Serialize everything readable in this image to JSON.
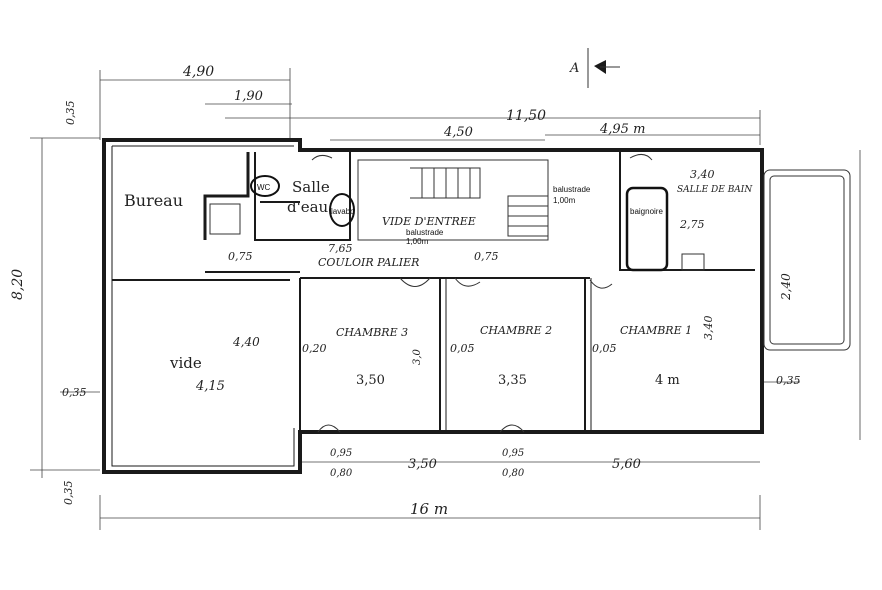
{
  "section_marker": {
    "label": "A"
  },
  "overall": {
    "width": "16 m",
    "depth": "8,20"
  },
  "top_dims": {
    "left": "4,90",
    "left_inner": "1,90",
    "center": "11,50",
    "stair": "4,50",
    "right": "4,95 m",
    "margin_top": "0,35"
  },
  "bottom_dims": {
    "d1": "0,95",
    "d1b": "0,80",
    "d2": "3,50",
    "d3": "0,95",
    "d3b": "0,80",
    "d4": "5,60",
    "margin_bottom": "0,35"
  },
  "side_dims": {
    "left_margin": "0,35",
    "right_margin": "0,35",
    "right_balcony": "2,40"
  },
  "rooms": {
    "bureau": "Bureau",
    "wc": "WC",
    "salle_eau_line1": "Salle",
    "salle_eau_line2": "d'eau",
    "lavabo": "lavabo",
    "vide_entree": "VIDE D'ENTREE",
    "balustrade_left": "balustrade",
    "balustrade_left_h": "1,00m",
    "balustrade_right": "balustrade",
    "balustrade_right_h": "1,00m",
    "baignoire": "baignoire",
    "salle_bain": "SALLE DE BAIN",
    "salle_bain_w": "3,40",
    "salle_bain_d": "2,75",
    "couloir": "COULOIR PALIER",
    "couloir_len": "7,65",
    "couloir_w_left": "0,75",
    "couloir_w_right": "0,75",
    "vide": "vide",
    "vide_w": "4,15",
    "vide_d": "4,40",
    "ch3": "CHAMBRE 3",
    "ch3_w": "3,50",
    "ch3_gap": "0,20",
    "ch3_d": "3,0",
    "ch2": "CHAMBRE 2",
    "ch2_w": "3,35",
    "ch2_gap": "0,05",
    "ch1": "CHAMBRE 1",
    "ch1_w": "4 m",
    "ch1_gap": "0,05",
    "ch1_d": "3,40"
  }
}
